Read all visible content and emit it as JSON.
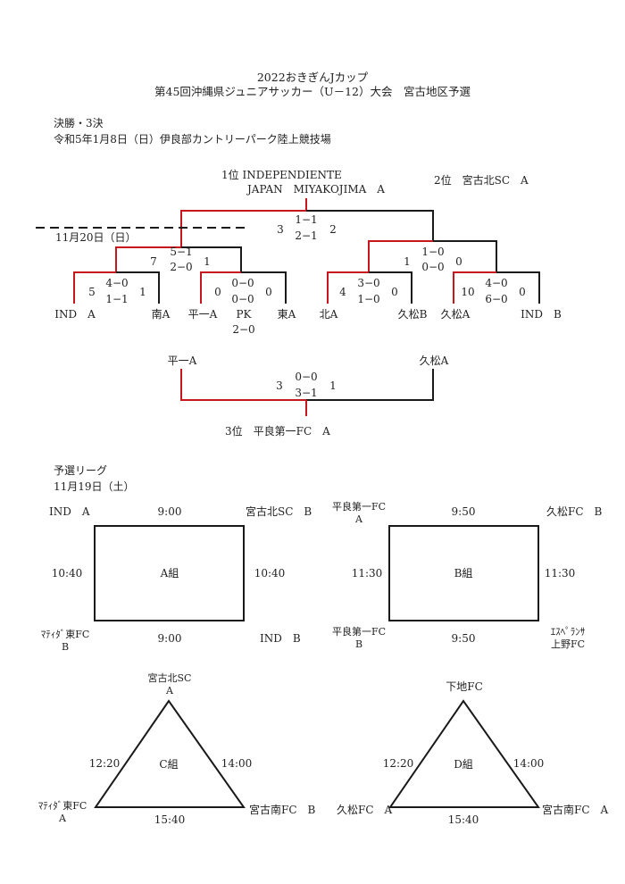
{
  "header": {
    "line1": "2022おきぎんJカップ",
    "line2": "第45回沖縄県ジュニアサッカー（U－12）大会　宮古地区予選"
  },
  "finals": {
    "heading": "決勝・3決",
    "date_venue": "令和5年1月8日（日）伊良部カントリーパーク陸上競技場",
    "round_date": "11月20日（日）",
    "winner": {
      "rank": "1位",
      "name1": "INDEPENDIENTE",
      "name2": "JAPAN　MIYAKOJIMA　A"
    },
    "runner_up": {
      "rank": "2位",
      "name": "宮古北SC　A"
    },
    "final": {
      "left": "3",
      "half1": "1−1",
      "half2": "2−1",
      "right": "2"
    },
    "semi_left": {
      "left": "7",
      "half1": "5−1",
      "half2": "2−0",
      "right": "1"
    },
    "semi_right": {
      "left": "1",
      "half1": "1−0",
      "half2": "0−0",
      "right": "0"
    },
    "qf1": {
      "left": "5",
      "half1": "4−0",
      "half2": "1−1",
      "right": "1"
    },
    "qf2": {
      "left": "0",
      "half1": "0−0",
      "half2": "0−0",
      "right": "0",
      "pk_label": "PK",
      "pk_score": "2−0"
    },
    "qf3": {
      "left": "4",
      "half1": "3−0",
      "half2": "1−0",
      "right": "0"
    },
    "qf4": {
      "left": "10",
      "half1": "4−0",
      "half2": "6−0",
      "right": "0"
    },
    "teams": [
      "IND　A",
      "南A",
      "平一A",
      "東A",
      "北A",
      "久松B",
      "久松A",
      "IND　B"
    ],
    "third_place": {
      "left_team": "平一A",
      "right_team": "久松A",
      "left": "3",
      "half1": "0−0",
      "half2": "3−1",
      "right": "1",
      "result": "3位　平良第一FC　A"
    }
  },
  "league": {
    "heading": "予選リーグ",
    "date": "11月19日（土）",
    "group_a": {
      "label": "A組",
      "tl": "IND　A",
      "tr": "宮古北SC　B",
      "bl1": "ﾏﾃｨﾀﾞ東FC",
      "bl2": "B",
      "br": "IND　B",
      "top_time": "9:00",
      "bottom_time": "9:00",
      "left_time": "10:40",
      "right_time": "10:40"
    },
    "group_b": {
      "label": "B組",
      "tl1": "平良第一FC",
      "tl2": "A",
      "tr": "久松FC　B",
      "bl1": "平良第一FC",
      "bl2": "B",
      "br1": "ｴｽﾍﾟﾗﾝｻ",
      "br2": "上野FC",
      "top_time": "9:50",
      "bottom_time": "9:50",
      "left_time": "11:30",
      "right_time": "11:30"
    },
    "group_c": {
      "label": "C組",
      "top1": "宮古北SC",
      "top2": "A",
      "bl1": "ﾏﾃｨﾀﾞ東FC",
      "bl2": "A",
      "br": "宮古南FC　B",
      "left_time": "12:20",
      "right_time": "14:00",
      "bottom_time": "15:40"
    },
    "group_d": {
      "label": "D組",
      "top": "下地FC",
      "bl": "久松FC　A",
      "br": "宮古南FC　A",
      "left_time": "12:20",
      "right_time": "14:00",
      "bottom_time": "15:40"
    }
  },
  "colors": {
    "winner_line": "#c8161d",
    "line": "#1a1a1a"
  }
}
